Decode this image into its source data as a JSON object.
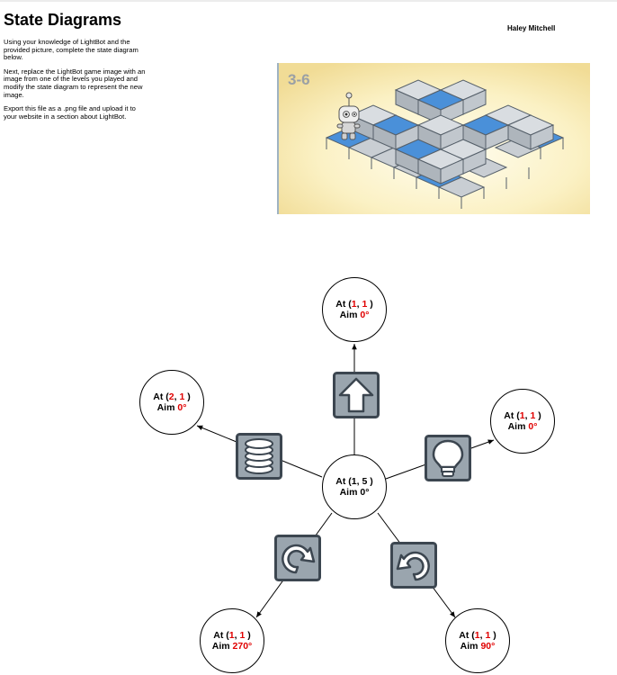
{
  "page": {
    "title": "State Diagrams",
    "author": "Haley Mitchell",
    "instructions": [
      "Using your knowledge of LightBot and the provided picture, complete the state diagram below.",
      "Next, replace the LightBot game image with an image from one of the levels you played and modify the state diagram to represent the new image.",
      "Export this file as a .png file and upload it to your website in a section about LightBot."
    ]
  },
  "game_image": {
    "level_label": "3-6"
  },
  "states": {
    "center": {
      "at_prefix": "At (",
      "x": "1",
      "sep": ", ",
      "y": "5",
      "at_suffix": " )",
      "aim_prefix": "Aim ",
      "aim": "0°"
    },
    "top": {
      "at_prefix": "At (",
      "x": "1",
      "sep": ", ",
      "y": "1",
      "at_suffix": " )",
      "aim_prefix": "Aim ",
      "aim": "0°"
    },
    "left": {
      "at_prefix": "At (",
      "x": "2",
      "sep": ", ",
      "y": "1",
      "at_suffix": " )",
      "aim_prefix": "Aim ",
      "aim": "0°"
    },
    "right": {
      "at_prefix": "At (",
      "x": "1",
      "sep": ", ",
      "y": "1",
      "at_suffix": " )",
      "aim_prefix": "Aim ",
      "aim": "0°"
    },
    "bottom_left": {
      "at_prefix": "At (",
      "x": "1",
      "sep": ", ",
      "y": "1",
      "at_suffix": " )",
      "aim_prefix": "Aim ",
      "aim": "270°"
    },
    "bottom_right": {
      "at_prefix": "At (",
      "x": "1",
      "sep": ", ",
      "y": "1",
      "at_suffix": " )",
      "aim_prefix": "Aim ",
      "aim": "90°"
    }
  },
  "commands": [
    {
      "name": "forward",
      "icon": "arrow-up-icon"
    },
    {
      "name": "jump",
      "icon": "spring-icon"
    },
    {
      "name": "light",
      "icon": "light-bulb-icon"
    },
    {
      "name": "turn-right",
      "icon": "turn-right-icon"
    },
    {
      "name": "turn-left",
      "icon": "turn-left-icon"
    }
  ],
  "colors": {
    "highlight": "#e00000",
    "tile_blue": "#4a90d9",
    "tile_gray": "#c9ced3",
    "icon_bg": "#9aa5ae",
    "icon_border": "#3c4650"
  }
}
